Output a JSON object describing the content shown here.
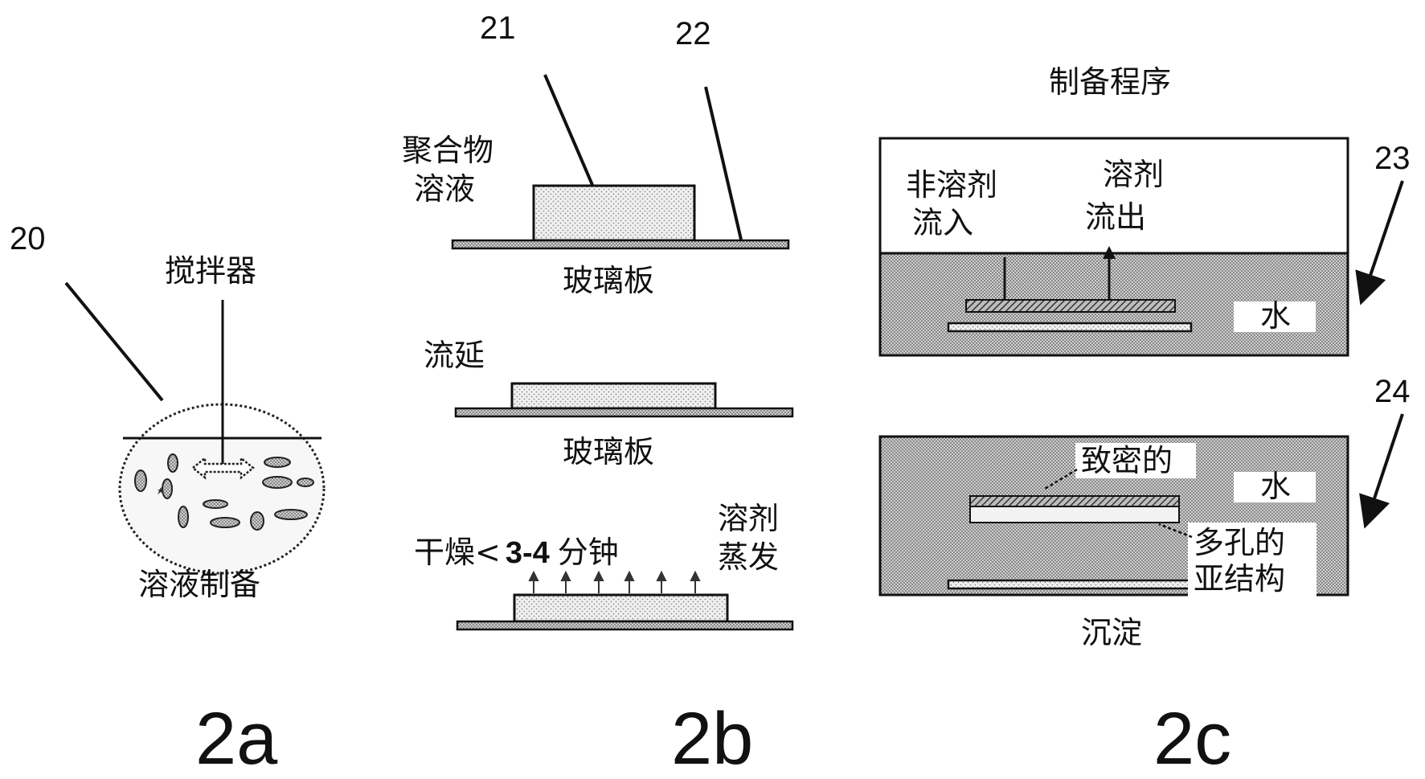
{
  "colors": {
    "ink": "#111111",
    "stipple_light": "#d9d9d9",
    "stipple_dark": "#8c8c8c",
    "hatch": "#555555"
  },
  "panel_a": {
    "ref_number": "20",
    "stirrer_label": "搅拌器",
    "caption": "溶液制备",
    "figure_label": "2a"
  },
  "panel_b": {
    "ref_polymer": "21",
    "ref_plate": "22",
    "polymer_solution_line1": "聚合物",
    "polymer_solution_line2": "溶液",
    "glass_plate_1": "玻璃板",
    "casting_label": "流延",
    "glass_plate_2": "玻璃板",
    "drying_prefix": "干燥<",
    "drying_time": "3-4",
    "drying_unit": "分钟",
    "evaporation_line1": "溶剂",
    "evaporation_line2": "蒸发",
    "figure_label": "2b"
  },
  "panel_c": {
    "title": "制备程序",
    "nonsolvent_line1": "非溶剂",
    "nonsolvent_line2": "流入",
    "solvent_line1": "溶剂",
    "solvent_line2": "流出",
    "water_1": "水",
    "ref_bath_1": "23",
    "ref_bath_2": "24",
    "dense_label": "致密的",
    "water_2": "水",
    "porous_line1": "多孔的",
    "porous_line2": "亚结构",
    "precipitation_label": "沉淀",
    "figure_label": "2c"
  }
}
